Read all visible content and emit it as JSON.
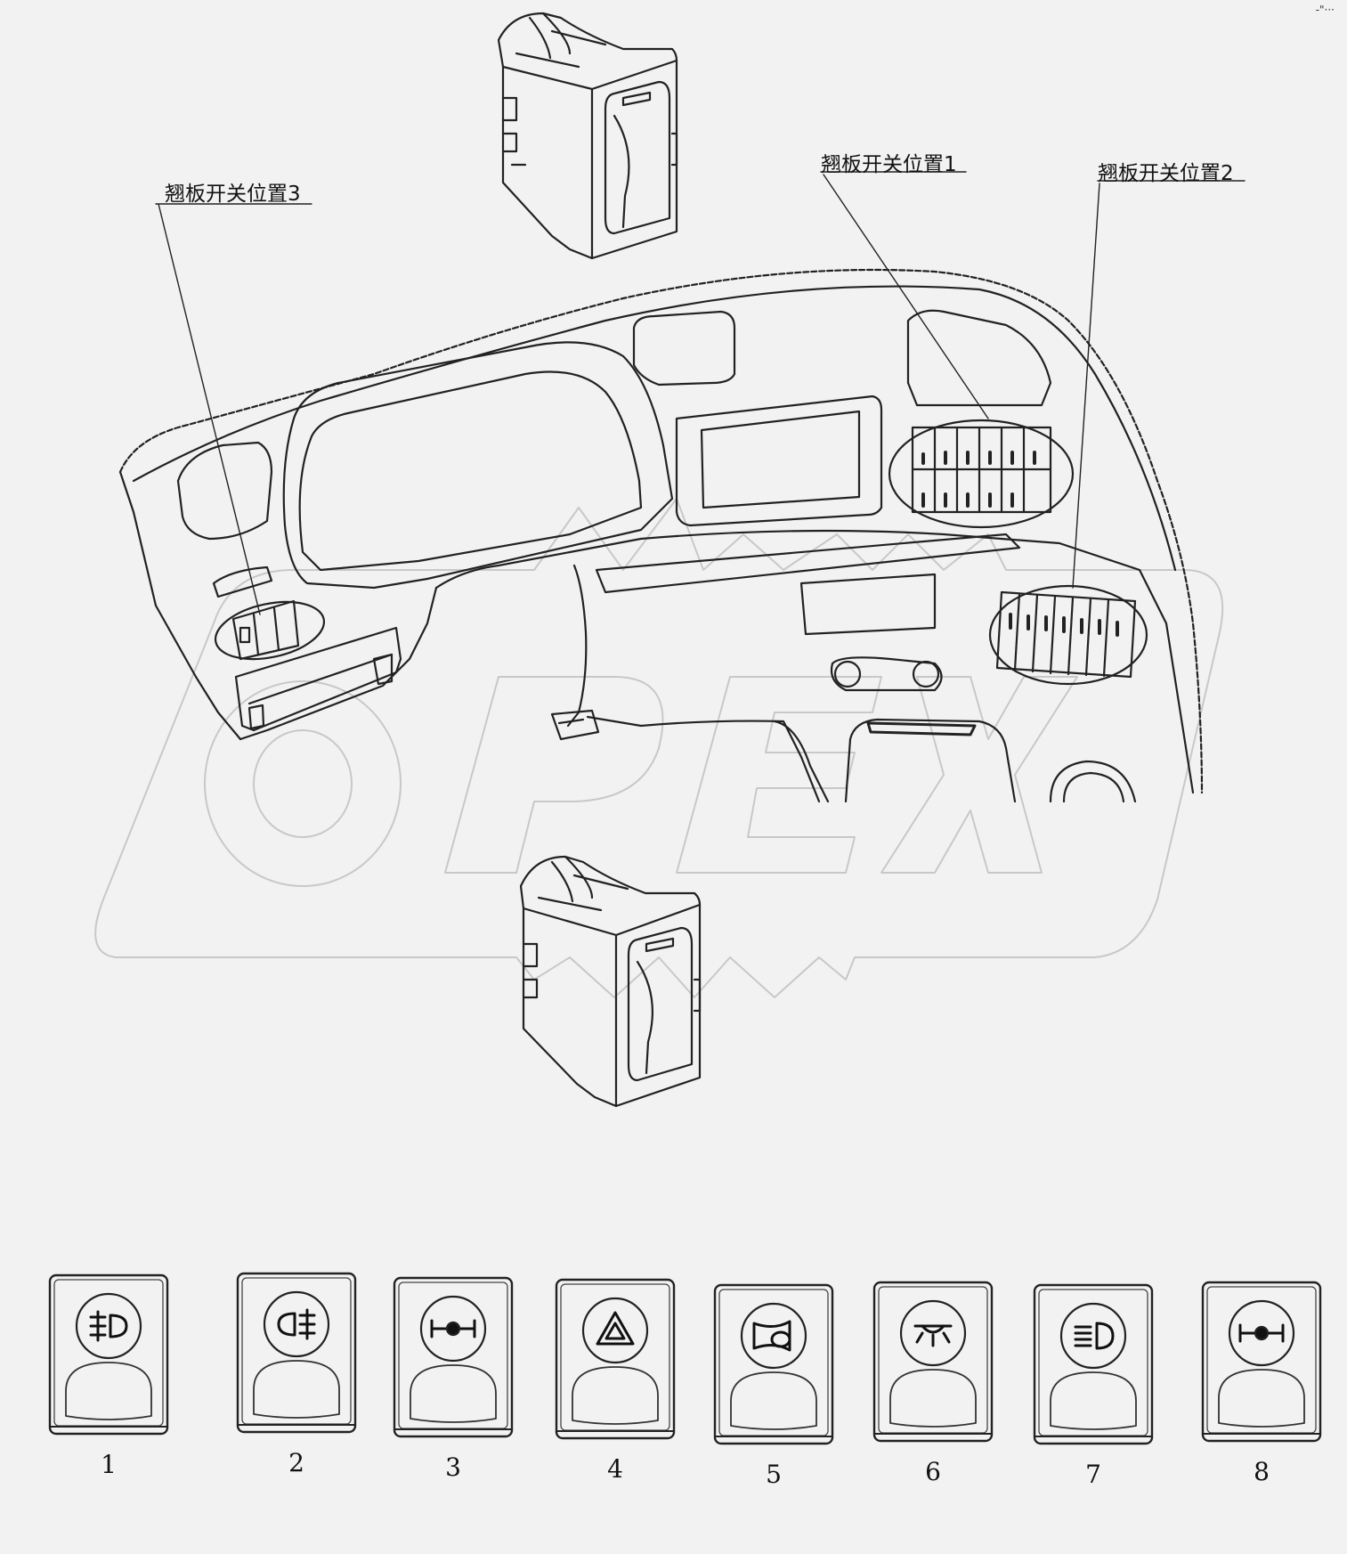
{
  "callouts": {
    "position1": "翘板开关位置1",
    "position2": "翘板开关位置2",
    "position3": "翘板开关位置3"
  },
  "switches": [
    {
      "number": "1",
      "icon": "rear-fog-lamp-icon",
      "glyph": "≢O"
    },
    {
      "number": "2",
      "icon": "front-fog-lamp-icon",
      "glyph": "O≢"
    },
    {
      "number": "3",
      "icon": "differential-lock-icon",
      "glyph": ""
    },
    {
      "number": "4",
      "icon": "hazard-warning-icon",
      "glyph": ""
    },
    {
      "number": "5",
      "icon": "horn-icon",
      "glyph": ""
    },
    {
      "number": "6",
      "icon": "cab-light-icon",
      "glyph": ""
    },
    {
      "number": "7",
      "icon": "headlamp-icon",
      "glyph": ""
    },
    {
      "number": "8",
      "icon": "differential-lock-icon",
      "glyph": ""
    }
  ],
  "watermark": "OPEX",
  "corner_mark": "-\"···"
}
